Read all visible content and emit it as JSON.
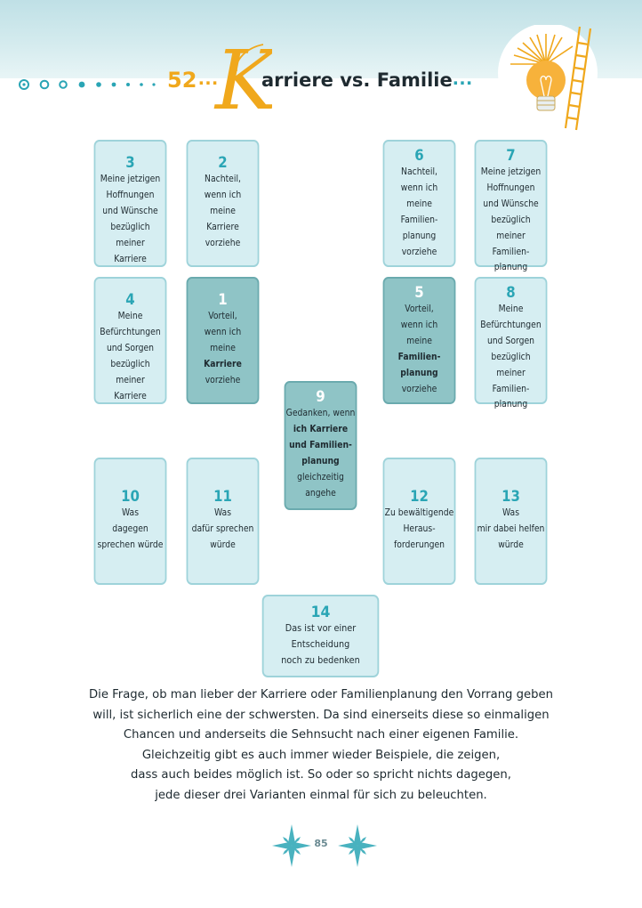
{
  "header": {
    "number": "52",
    "title_initial": "K",
    "title_rest": "arriere vs. Familie"
  },
  "cards": [
    {
      "num": "3",
      "lines": [
        "Meine jetzigen",
        "Hoffnungen",
        "und Wünsche",
        "bezüglich meiner",
        "Karriere"
      ]
    },
    {
      "num": "2",
      "lines": [
        "Nachteil,",
        "wenn ich",
        "meine",
        "Karriere",
        "vorziehe"
      ]
    },
    {
      "num": "6",
      "lines": [
        "Nachteil,",
        "wenn ich",
        "meine",
        "Familien-",
        "planung",
        "vorziehe"
      ]
    },
    {
      "num": "7",
      "lines": [
        "Meine jetzigen",
        "Hoffnungen",
        "und Wünsche",
        "bezüglich meiner",
        "Familien-",
        "planung"
      ]
    },
    {
      "num": "4",
      "lines": [
        "Meine",
        "Befürchtungen",
        "und Sorgen",
        "bezüglich meiner",
        "Karriere"
      ]
    },
    {
      "num": "1",
      "lines": [
        "Vorteil,",
        "wenn ich",
        "meine",
        "Karriere",
        "vorziehe"
      ]
    },
    {
      "num": "5",
      "lines": [
        "Vorteil,",
        "wenn ich",
        "meine",
        "Familien-",
        "planung",
        "vorziehe"
      ]
    },
    {
      "num": "8",
      "lines": [
        "Meine",
        "Befürchtungen",
        "und Sorgen",
        "bezüglich meiner",
        "Familien-",
        "planung"
      ]
    },
    {
      "num": "9",
      "lines": [
        "Gedanken, wenn",
        "ich Karriere",
        "und Familien-",
        "planung",
        "gleichzeitig",
        "angehe"
      ]
    },
    {
      "num": "10",
      "lines": [
        "Was",
        "dagegen",
        "sprechen würde"
      ]
    },
    {
      "num": "11",
      "lines": [
        "Was",
        "dafür sprechen",
        "würde"
      ]
    },
    {
      "num": "12",
      "lines": [
        "Zu bewältigende",
        "Heraus-",
        "forderungen"
      ]
    },
    {
      "num": "13",
      "lines": [
        "Was",
        "mir dabei helfen",
        "würde"
      ]
    },
    {
      "num": "14",
      "lines": [
        "Das ist vor einer",
        "Entscheidung",
        "noch zu bedenken"
      ]
    }
  ],
  "body_text": [
    "Die Frage, ob man lieber der Karriere oder Familienplanung den Vorrang geben",
    "will, ist sicherlich eine der schwersten. Da sind einerseits diese so einmaligen",
    "Chancen und anderseits die Sehnsucht nach einer eigenen Familie.",
    "Gleichzeitig gibt es auch immer wieder Beispiele, die zeigen,",
    "dass auch beides möglich ist. So oder so spricht nichts dagegen,",
    "jede dieser drei Varianten einmal für sich zu beleuchten."
  ],
  "page_number": "85",
  "colors": {
    "accent_teal": "#2aa5b5",
    "accent_orange": "#f0a81c",
    "card_light": "#d6eef2",
    "card_dark": "#8fc4c6"
  },
  "icons": [
    "dot-row-icon",
    "lightbulb-ladder-icon",
    "star-burst-icon"
  ]
}
